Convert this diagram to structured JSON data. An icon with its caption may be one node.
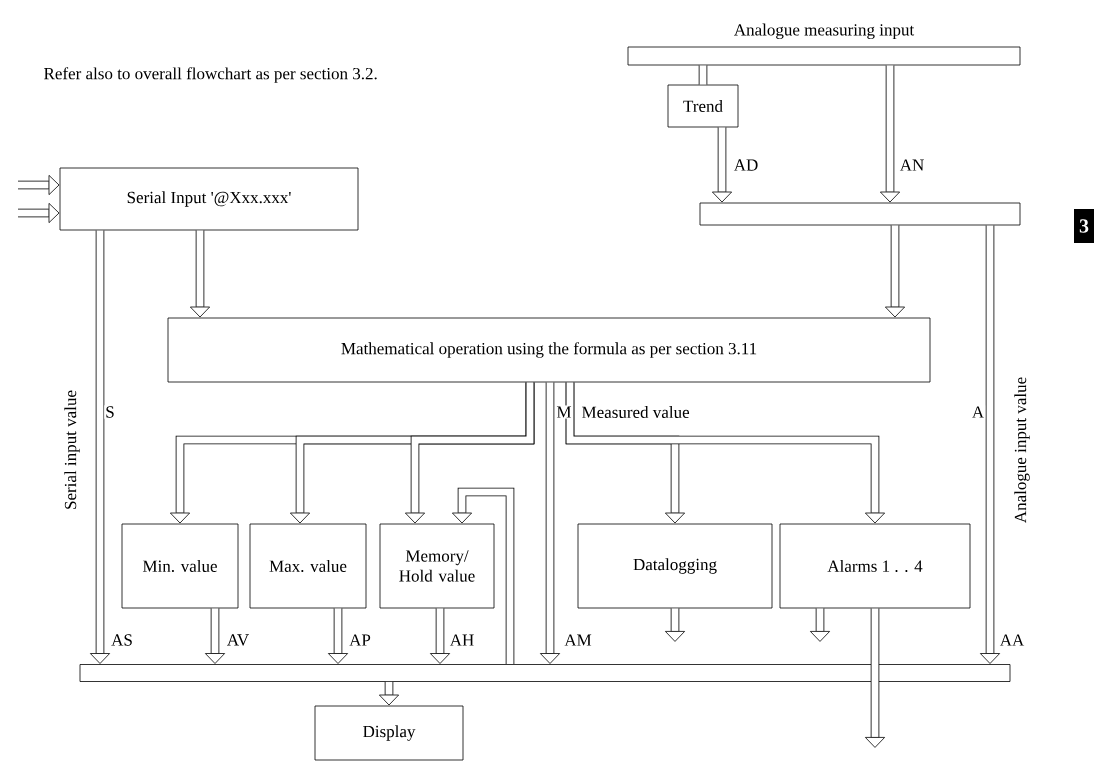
{
  "diagram": {
    "nodes": [
      {
        "text": [
          "Analogue measuring input"
        ]
      },
      {
        "text": [
          "Trend"
        ]
      },
      {
        "text": [],
        "shape": "bar"
      },
      {
        "text": [
          "Serial Input '@Xxx.xxx'"
        ]
      },
      {
        "text": [
          "Mathematical operation using the formula as per section 3.11"
        ]
      },
      {
        "text": [
          "Min. value"
        ]
      },
      {
        "text": [
          "Max. value"
        ]
      },
      {
        "text": [
          "Memory/ Hold value"
        ]
      },
      {
        "text": [
          "Datalogging"
        ]
      },
      {
        "text": [
          "Alarms 1 . . 4"
        ]
      },
      {
        "text": [],
        "shape": "bar"
      },
      {
        "text": [
          "Display"
        ]
      }
    ],
    "edges": [
      {
        "from": 0,
        "to": 1,
        "arrow": "none"
      },
      {
        "from": 1,
        "to": 2,
        "arrow": "to",
        "label": "AD"
      },
      {
        "from": 0,
        "to": 2,
        "arrow": "to",
        "label": "AN"
      },
      {
        "from": null,
        "to": 3,
        "arrow": "to"
      },
      {
        "from": null,
        "to": 3,
        "arrow": "to"
      },
      {
        "from": 3,
        "to": 4,
        "arrow": "to"
      },
      {
        "from": 2,
        "to": 4,
        "arrow": "to"
      },
      {
        "from": 4,
        "to": 5,
        "arrow": "to"
      },
      {
        "from": 4,
        "to": 6,
        "arrow": "to"
      },
      {
        "from": 4,
        "to": 7,
        "arrow": "to"
      },
      {
        "from": 4,
        "to": 8,
        "arrow": "to"
      },
      {
        "from": 4,
        "to": 9,
        "arrow": "to"
      },
      {
        "from": 4,
        "to": 10,
        "arrow": "to",
        "label": "AM"
      },
      {
        "from": 3,
        "to": 10,
        "arrow": "to",
        "label": "AS"
      },
      {
        "from": 2,
        "to": 10,
        "arrow": "to",
        "label": "AA"
      },
      {
        "from": 5,
        "to": 10,
        "arrow": "to",
        "label": "AV"
      },
      {
        "from": 6,
        "to": 10,
        "arrow": "to",
        "label": "AP"
      },
      {
        "from": 7,
        "to": 10,
        "arrow": "to",
        "label": "AH"
      },
      {
        "from": 10,
        "to": 7,
        "arrow": "to"
      },
      {
        "from": 8,
        "to": null,
        "arrow": "to"
      },
      {
        "from": 9,
        "to": null,
        "arrow": "to"
      },
      {
        "from": 9,
        "to": null,
        "arrow": "to"
      },
      {
        "from": 10,
        "to": 11,
        "arrow": "to"
      }
    ],
    "labels": [
      "Refer also to overall flowchart as per section 3.2.",
      "3",
      "Serial input value",
      "S",
      "M",
      "Measured value",
      "A",
      "Analogue input value"
    ]
  }
}
